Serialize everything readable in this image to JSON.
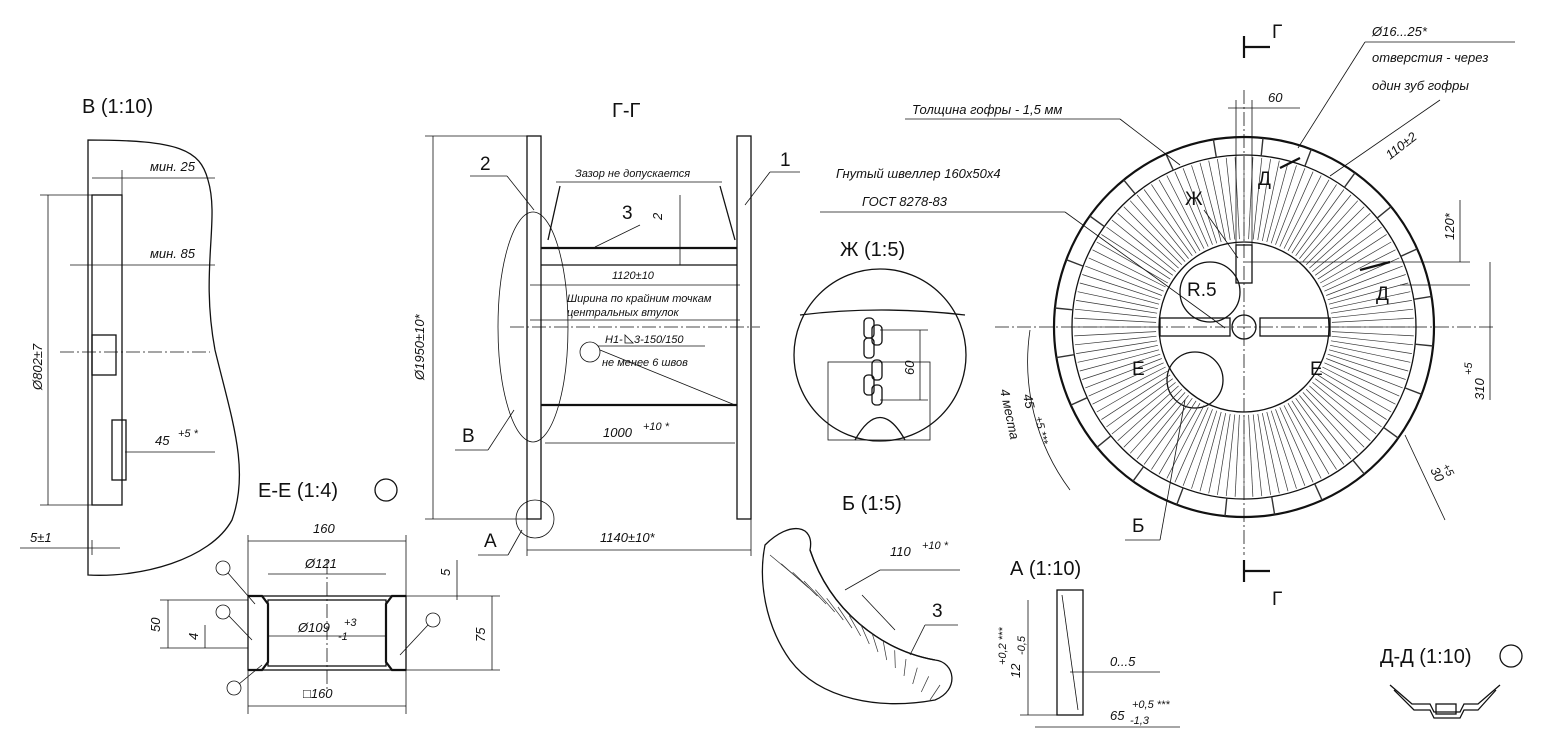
{
  "views": {
    "v_title": "В (1:10)",
    "gg_title": "Г-Г",
    "zh_title": "Ж (1:5)",
    "ee_title": "Е-Е (1:4)",
    "b_title": "Б (1:5)",
    "a_title": "А (1:10)",
    "dd_title": "Д-Д (1:10)"
  },
  "view_v": {
    "min25": "мин. 25",
    "min85": "мин. 85",
    "dia802": "Ø802±7",
    "angle45": "45",
    "angle45_tol": "+5 *",
    "gap5": "5±1"
  },
  "view_gg": {
    "callout1": "1",
    "callout2": "2",
    "callout3": "3",
    "callout_b": "В",
    "callout_a": "А",
    "no_gap": "Зазор не допускается",
    "gap2": "2",
    "len1120": "1120±10",
    "width_note1": "Ширина по крайним точкам",
    "width_note2": "центральных втулок",
    "weld": "Н1-",
    "weld2": "3-150/150",
    "weld_note": "не менее 6 швов",
    "dia1950": "Ø1950±10*",
    "len1000": "1000",
    "len1000_tol": "+10 *",
    "len1140": "1140±10*"
  },
  "view_main": {
    "thickness_note": "Толщина гофры - 1,5 мм",
    "channel_note1": "Гнутый швеллер 160х50х4",
    "channel_note2": "ГОСТ 8278-83",
    "holes_note1": "Ø16...25*",
    "holes_note2": "отверстия - через",
    "holes_note3": "один зуб гофры",
    "dim60": "60",
    "dim110": "110±2",
    "dim120": "120*",
    "dim310": "310",
    "dim310_tol": "+5",
    "dim30": "30",
    "dim30_tol": "+5",
    "angle45": "45",
    "angle45_tol": "+5 ***",
    "places4": "4 места",
    "radius": "R.5",
    "sec_g_top": "Г",
    "sec_g_bot": "Г",
    "sec_d_top": "Д",
    "sec_d_right": "Д",
    "sec_e_left": "Е",
    "sec_e_right": "Е",
    "sec_zh": "Ж",
    "sec_b": "Б"
  },
  "view_zh": {
    "dim60": "60"
  },
  "view_ee": {
    "w160": "160",
    "dia121": "Ø121",
    "dia109": "Ø109",
    "dia109_sub": "-1",
    "dia109_sup": "+3",
    "sq160": "□160",
    "h50": "50",
    "h4": "4",
    "h75": "75",
    "h5": "5"
  },
  "view_b": {
    "dim110": "110",
    "dim110_tol": "+10 *",
    "callout3": "3"
  },
  "view_a": {
    "dim12": "12",
    "dim12_tol": "+0,2 ***",
    "dim12_sub": "-0,5",
    "range": "0...5",
    "dim65": "65",
    "dim65_sub": "-1,3",
    "dim65_tol": "+0,5 ***"
  }
}
